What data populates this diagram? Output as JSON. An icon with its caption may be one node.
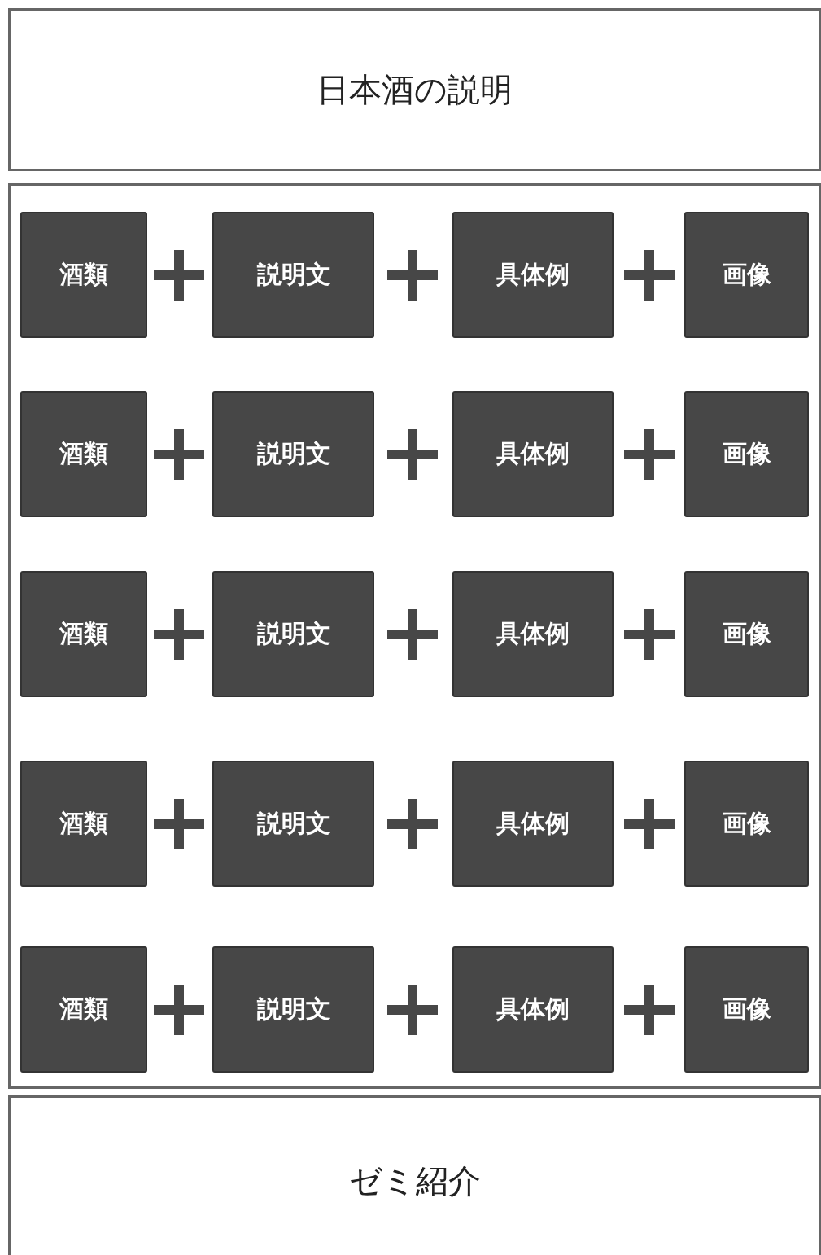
{
  "diagram": {
    "nodes": [
      {
        "text": [
          "日本酒の説明"
        ]
      },
      {
        "text": [],
        "shape": "box"
      },
      {
        "text": [
          "酒類"
        ],
        "in": 1
      },
      {
        "text": [
          "説明文"
        ],
        "in": 1
      },
      {
        "text": [
          "具体例"
        ],
        "in": 1
      },
      {
        "text": [
          "画像"
        ],
        "in": 1
      },
      {
        "text": [
          "酒類"
        ],
        "in": 1
      },
      {
        "text": [
          "説明文"
        ],
        "in": 1
      },
      {
        "text": [
          "具体例"
        ],
        "in": 1
      },
      {
        "text": [
          "画像"
        ],
        "in": 1
      },
      {
        "text": [
          "酒類"
        ],
        "in": 1
      },
      {
        "text": [
          "説明文"
        ],
        "in": 1
      },
      {
        "text": [
          "具体例"
        ],
        "in": 1
      },
      {
        "text": [
          "画像"
        ],
        "in": 1
      },
      {
        "text": [
          "酒類"
        ],
        "in": 1
      },
      {
        "text": [
          "説明文"
        ],
        "in": 1
      },
      {
        "text": [
          "具体例"
        ],
        "in": 1
      },
      {
        "text": [
          "画像"
        ],
        "in": 1
      },
      {
        "text": [
          "酒類"
        ],
        "in": 1
      },
      {
        "text": [
          "説明文"
        ],
        "in": 1
      },
      {
        "text": [
          "具体例"
        ],
        "in": 1
      },
      {
        "text": [
          "画像"
        ],
        "in": 1
      },
      {
        "text": [
          "ゼミ紹介"
        ]
      }
    ]
  }
}
